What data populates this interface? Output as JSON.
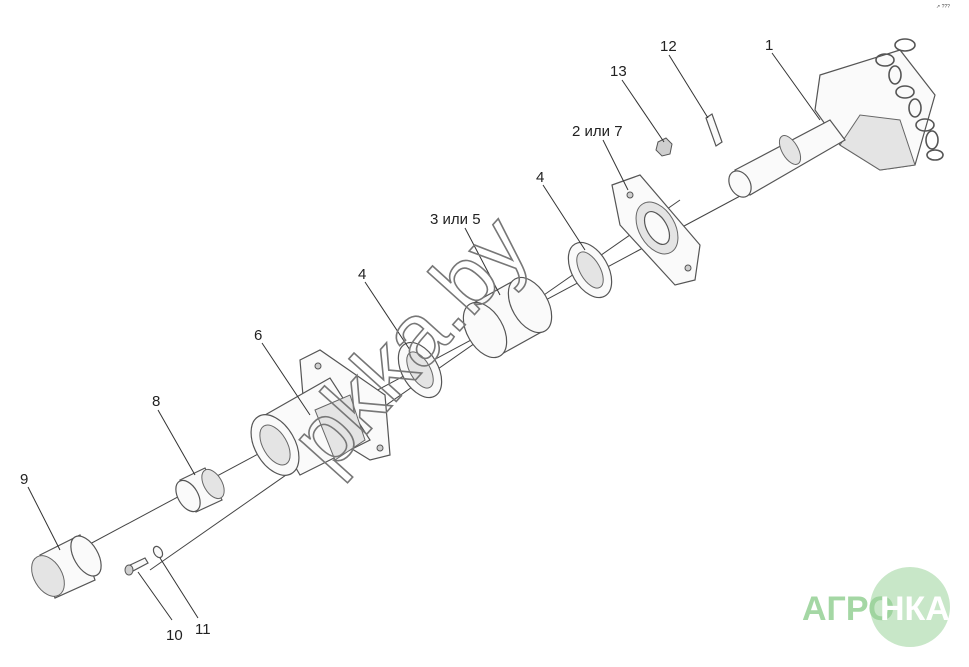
{
  "corner_mark": "↗ ???",
  "callouts": [
    {
      "id": "1",
      "text": "1"
    },
    {
      "id": "12",
      "text": "12"
    },
    {
      "id": "13",
      "text": "13"
    },
    {
      "id": "2_7",
      "text": "2 или 7"
    },
    {
      "id": "4a",
      "text": "4"
    },
    {
      "id": "3_5",
      "text": "3 или 5"
    },
    {
      "id": "4b",
      "text": "4"
    },
    {
      "id": "6",
      "text": "6"
    },
    {
      "id": "8",
      "text": "8"
    },
    {
      "id": "9",
      "text": "9"
    },
    {
      "id": "10",
      "text": "10"
    },
    {
      "id": "11",
      "text": "11"
    }
  ],
  "watermark": "pkka.by",
  "logo": {
    "left": "АГРО",
    "right": "НКА",
    "color": "#9bd39b"
  },
  "colors": {
    "ink": "#444444",
    "logo_green": "#9bd39b"
  }
}
